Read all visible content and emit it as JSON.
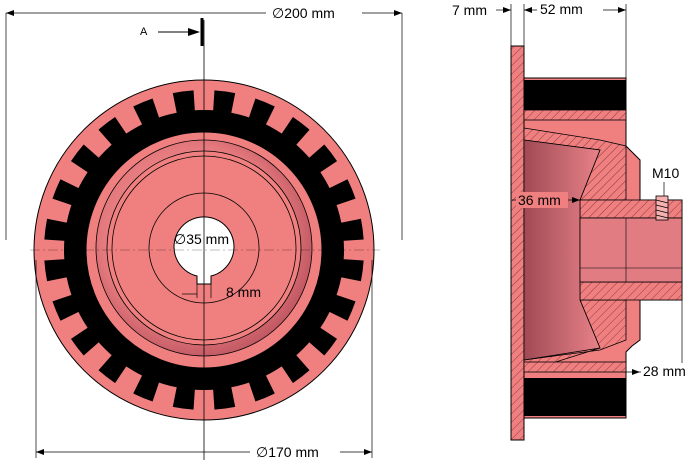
{
  "front_view": {
    "outer_diameter_label": "∅200 mm",
    "bolt_circle_label": "∅170 mm",
    "bore_label": "∅35 mm",
    "keyway_label": "8 mm",
    "section_marker": "A",
    "tooth_count": 24
  },
  "side_view": {
    "flange_thickness_label": "7 mm",
    "width_label": "52 mm",
    "recess_label": "36 mm",
    "thread_label": "M10",
    "hub_label": "28 mm"
  },
  "colors": {
    "body": "#f08080",
    "body_dark": "#c05060",
    "teeth": "#000000",
    "line": "#000000"
  }
}
